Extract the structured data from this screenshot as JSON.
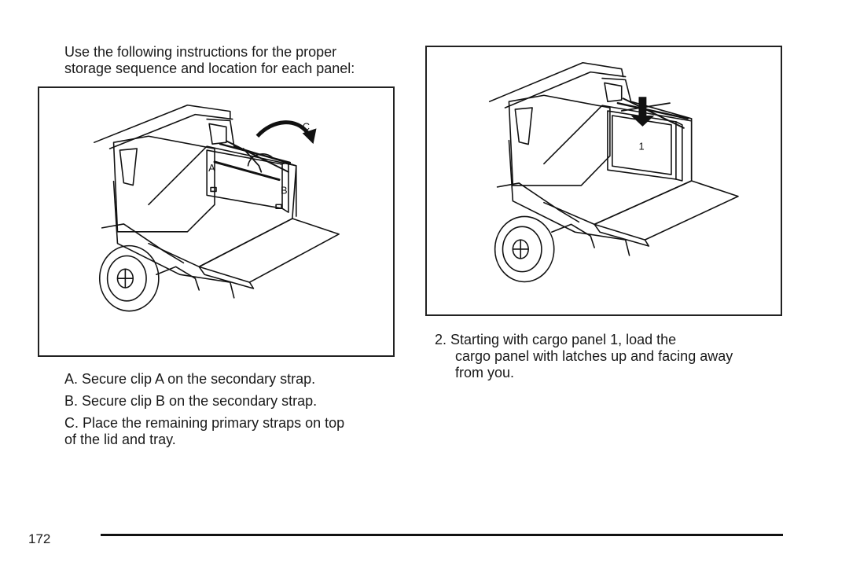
{
  "intro": {
    "line1": "Use the following instructions for the proper",
    "line2": "storage sequence and location for each panel:"
  },
  "figure_left": {
    "labels": {
      "a": "A",
      "b": "B",
      "c": "C"
    }
  },
  "figure_right": {
    "labels": {
      "panel": "1"
    }
  },
  "steps_left": {
    "a": "A. Secure clip A on the secondary strap.",
    "b": "B. Secure clip B on the secondary strap.",
    "c_line1": "C. Place the remaining primary straps on top",
    "c_line2": "of the lid and tray."
  },
  "step_right": {
    "line1": "2. Starting with cargo panel 1, load the",
    "line2": "cargo panel with latches up and facing away",
    "line3": "from you."
  },
  "footer": {
    "page_number": "172"
  }
}
